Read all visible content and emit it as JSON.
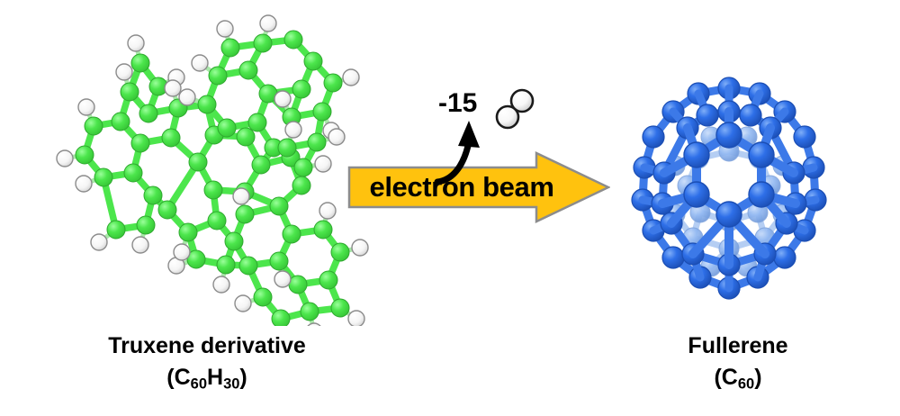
{
  "figure": {
    "type": "reaction-scheme",
    "background": "#ffffff",
    "description": "Electron-beam induced cyclodehydrogenation of a truxene derivative into fullerene"
  },
  "reactant": {
    "name": "Truxene derivative",
    "formula_text": "(C60H30)",
    "formula_prefix": "(C",
    "formula_sub1": "60",
    "formula_mid": "H",
    "formula_sub2": "30",
    "formula_suffix": ")",
    "carbon_count": 60,
    "hydrogen_count": 30,
    "model_style": "ball-and-stick",
    "carbon_color": "#4CE64C",
    "carbon_edge_color": "#3CB83C",
    "hydrogen_color": "#FAFAFA",
    "hydrogen_edge_color": "#8C8C8C",
    "bond_color": "#4CE64C"
  },
  "product": {
    "name": "Fullerene",
    "formula_text": "(C60)",
    "formula_prefix": "(C",
    "formula_sub1": "60",
    "formula_suffix": ")",
    "carbon_count": 60,
    "model_style": "ball-and-stick",
    "carbon_color": "#2E6FE8",
    "carbon_front_color": "#2E6FE8",
    "carbon_back_color": "#93B9F2",
    "carbon_edge_color": "#1C4FB0",
    "bond_color": "#3C79E8"
  },
  "arrow": {
    "label": "electron beam",
    "fill": "#FFC20E",
    "stroke": "#8C8C8C",
    "text_color": "#000000",
    "direction": "right"
  },
  "byproduct": {
    "count_label": "-15",
    "species": "H2",
    "atom_color": "#FAFAFA",
    "atom_edge_color": "#1A1A1A",
    "curved_arrow_color": "#000000"
  }
}
